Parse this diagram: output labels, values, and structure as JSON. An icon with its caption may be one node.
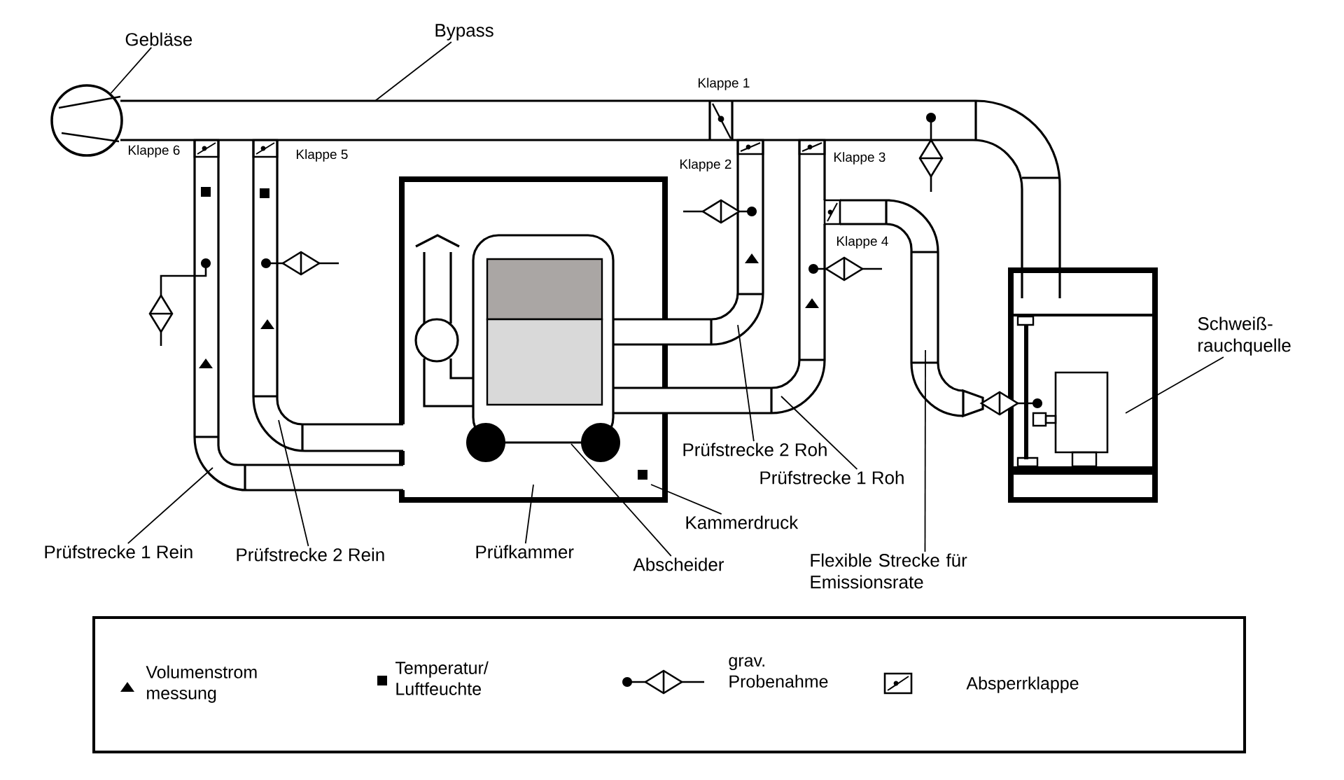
{
  "diagram": {
    "nodes": [
      {
        "text": [
          "Gebläse"
        ]
      },
      {
        "text": [],
        "shape": "circle"
      },
      {
        "text": [
          "Bypass"
        ]
      },
      {
        "text": [
          "Prüfstrecke 1 Rein"
        ]
      },
      {
        "text": [
          "Prüfstrecke 2 Rein"
        ]
      },
      {
        "text": [
          "Prüfkammer"
        ]
      },
      {
        "text": [
          "Abscheider"
        ]
      },
      {
        "text": [
          "Kammerdruck"
        ]
      },
      {
        "text": [
          "Prüfstrecke 2 Roh"
        ]
      },
      {
        "text": [
          "Prüfstrecke 1 Roh"
        ]
      },
      {
        "text": [
          "Flexible Strecke für Emissionsrate"
        ]
      },
      {
        "text": [
          "Schweiß- rauchquelle"
        ]
      }
    ],
    "edges": [
      {
        "from": 0,
        "to": 1,
        "arrow": "none"
      },
      {
        "from": 2,
        "to": null,
        "arrow": "none"
      },
      {
        "from": 3,
        "to": null,
        "arrow": "none"
      },
      {
        "from": 4,
        "to": null,
        "arrow": "none"
      },
      {
        "from": 5,
        "to": null,
        "arrow": "none"
      },
      {
        "from": 6,
        "to": null,
        "arrow": "none"
      },
      {
        "from": 7,
        "to": null,
        "arrow": "none"
      },
      {
        "from": 8,
        "to": null,
        "arrow": "none"
      },
      {
        "from": 9,
        "to": null,
        "arrow": "none"
      },
      {
        "from": 10,
        "to": null,
        "arrow": "none"
      },
      {
        "from": 11,
        "to": null,
        "arrow": "none"
      }
    ],
    "labels": [
      "Klappe 1",
      "Klappe 6",
      "Klappe 5",
      "Klappe 3",
      "Klappe 2",
      "Klappe 4"
    ],
    "legend": [
      {
        "text": "Volumenstrom messung"
      },
      {
        "text": "Temperatur/ Luftfeuchte"
      },
      {
        "text": "grav. Probenahme"
      },
      {
        "text": "Absperrklappe"
      }
    ]
  }
}
